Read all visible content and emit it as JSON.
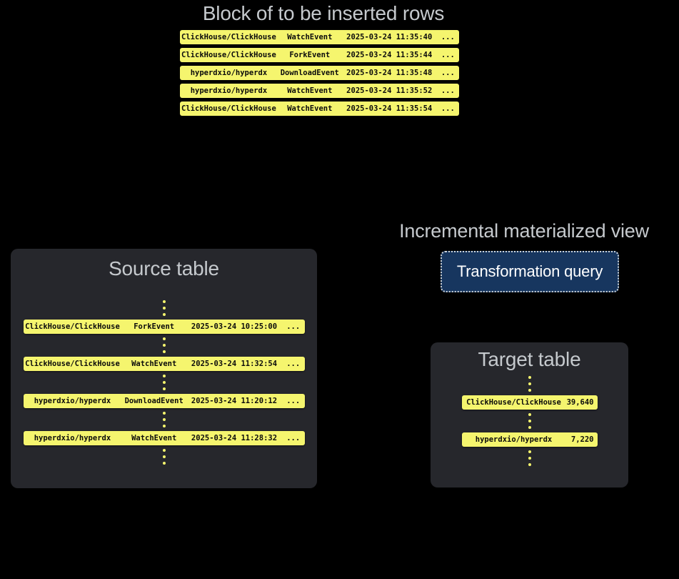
{
  "colors": {
    "background": "#000000",
    "row_yellow": "#f5f56e",
    "row_text": "#0b0b0b",
    "panel_bg": "#26272c",
    "title_gray": "#c5c9cd",
    "button_navy": "#17365f",
    "button_border": "#ccd2d8",
    "button_text": "#ffffff"
  },
  "insert_block": {
    "title": "Block of to be inserted rows",
    "rows": [
      {
        "repo": "ClickHouse/ClickHouse",
        "event": "WatchEvent",
        "time": "2025-03-24 11:35:40",
        "more": "..."
      },
      {
        "repo": "ClickHouse/ClickHouse",
        "event": "ForkEvent",
        "time": "2025-03-24 11:35:44",
        "more": "..."
      },
      {
        "repo": "hyperdxio/hyperdx",
        "event": "DownloadEvent",
        "time": "2025-03-24 11:35:48",
        "more": "..."
      },
      {
        "repo": "hyperdxio/hyperdx",
        "event": "WatchEvent",
        "time": "2025-03-24 11:35:52",
        "more": "..."
      },
      {
        "repo": "ClickHouse/ClickHouse",
        "event": "WatchEvent",
        "time": "2025-03-24 11:35:54",
        "more": "..."
      }
    ]
  },
  "source_table": {
    "title": "Source table",
    "rows": [
      {
        "repo": "ClickHouse/ClickHouse",
        "event": "ForkEvent",
        "time": "2025-03-24 10:25:00",
        "more": "..."
      },
      {
        "repo": "ClickHouse/ClickHouse",
        "event": "WatchEvent",
        "time": "2025-03-24 11:32:54",
        "more": "..."
      },
      {
        "repo": "hyperdxio/hyperdx",
        "event": "DownloadEvent",
        "time": "2025-03-24 11:20:12",
        "more": "..."
      },
      {
        "repo": "hyperdxio/hyperdx",
        "event": "WatchEvent",
        "time": "2025-03-24 11:28:32",
        "more": "..."
      }
    ]
  },
  "materialized_view": {
    "label": "Incremental materialized view",
    "button_label": "Transformation query"
  },
  "target_table": {
    "title": "Target table",
    "rows": [
      {
        "repo": "ClickHouse/ClickHouse",
        "count": "39,640"
      },
      {
        "repo": "hyperdxio/hyperdx",
        "count": "7,220"
      }
    ]
  }
}
